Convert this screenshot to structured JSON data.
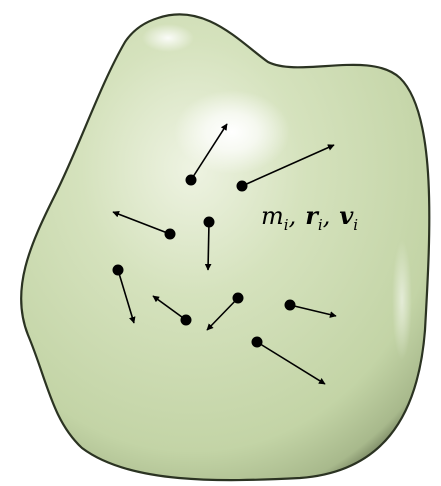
{
  "diagram": {
    "body": {
      "fill": "#d4e2bd",
      "edge": "#2b3322"
    },
    "particle_color": "#000000",
    "label": {
      "symbol1": "m",
      "sub1": "i",
      "symbol2": "r",
      "sub2": "i",
      "symbol3": "v",
      "sub3": "i",
      "separator": ","
    }
  }
}
